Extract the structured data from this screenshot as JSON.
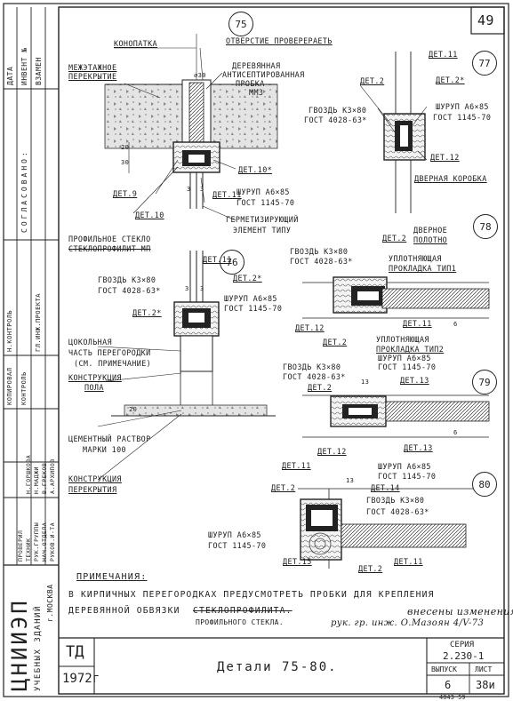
{
  "sheet": {
    "page_number": "49",
    "title": "Детали 75-80.",
    "series_label": "СЕРИЯ",
    "series_value": "2.230-1",
    "issue_label": "ВЫПУСК",
    "issue_value": "6",
    "list_label": "ЛИСТ",
    "list_value": "38и",
    "td": "ТД",
    "year": "1972г",
    "bottom_code": "4043  59"
  },
  "org": {
    "name": "ЦНИИЭП",
    "sub": "УЧЕБНЫХ ЗДАНИЙ",
    "city": "г.МОСКВА"
  },
  "side_stamp": {
    "top_cells": [
      "ДАТА",
      "ИНВЕНТ №",
      "ВЗАМЕН"
    ],
    "agreed": "СОГЛАСОВАНО:",
    "checked": "КОНТРОЛЬ",
    "roles": [
      "РУКОВ.И-ТА",
      "НАЧ.ОТДЕЛА",
      "РУК.ГРУППЫ",
      "ТЕХНИК",
      "ПРОВЕРИЛ"
    ],
    "names": [
      "А.АРХИПОВ",
      "В.ГРЕКОВ",
      "Н.МАДЖИ",
      "Н.ГОРШКОВА"
    ],
    "header_labels": [
      "КОПИРОВАЛ",
      "ГЛ.ИНЖ.ПРОЕКТА",
      "Н.КОНТРОЛЬ"
    ]
  },
  "details": [
    "75",
    "76",
    "77",
    "78",
    "79",
    "80"
  ],
  "labels": {
    "d75": {
      "konopatka": "КОНОПАТКА",
      "otverstie": "ОТВЕРСТИЕ ПРОВЕРЕРАЕТЬ",
      "mezhetazh1": "МЕЖЭТАЖНОЕ",
      "mezhetazh2": "ПЕРЕКРЫТИЕ",
      "probka1": "ДЕРЕВЯННАЯ",
      "probka2": "АНТИСЕПТИРОВАННАЯ",
      "probka3": "ПРОБКА",
      "mmz": "ММЗ",
      "d30": "⌀30",
      "d20": "20",
      "d30b": "30",
      "det9": "ДЕТ.9",
      "det10": "ДЕТ.10",
      "det10s": "ДЕТ.10*",
      "det11": "ДЕТ.11",
      "shurup1": "ШУРУП А6×85",
      "shurup2": "ГОСТ 1145-70",
      "germ1": "ГЕРМЕТИЗИРУЮЩИЙ",
      "germ2": "ЭЛЕМЕНТ ТИПУ",
      "dim3a": "3",
      "dim3b": "3"
    },
    "d76": {
      "steklo1": "ПРОФИЛЬНОЕ СТЕКЛО",
      "steklo2": "СТЕКЛОПРОФИЛИТ МП",
      "gvozd1": "ГВОЗДЬ К3×80",
      "gvozd2": "ГОСТ 4028-63*",
      "det11": "ДЕТ.11",
      "det2s": "ДЕТ.2*",
      "det2": "ДЕТ.2*",
      "shurup1": "ШУРУП А6×85",
      "shurup2": "ГОСТ 1145-70",
      "cokol1": "ЦОКОЛЬНАЯ",
      "cokol2": "ЧАСТЬ ПЕРЕГОРОДКИ",
      "cokol3": "(СМ. ПРИМЕЧАНИЕ)",
      "konstr1": "КОНСТРУКЦИЯ",
      "konstr2": "ПОЛА",
      "cement1": "ЦЕМЕНТНЫЙ РАСТВОР",
      "cement2": "МАРКИ 100",
      "perekr1": "КОНСТРУКЦИЯ",
      "perekr2": "ПЕРЕКРЫТИЯ",
      "dim20": "20",
      "dim3a": "3",
      "dim3b": "3"
    },
    "d77": {
      "det11": "ДЕТ.11",
      "det2": "ДЕТ.2",
      "det2s": "ДЕТ.2*",
      "gvozd1": "ГВОЗДЬ К3×80",
      "gvozd2": "ГОСТ 4028-63*",
      "shurup1": "ШУРУП А6×85",
      "shurup2": "ГОСТ 1145-70",
      "det12": "ДЕТ.12",
      "korobka": "ДВЕРНАЯ КОРОБКА"
    },
    "d78": {
      "polotno1": "ДВЕРНОЕ",
      "polotno2": "ПОЛОТНО",
      "gvozd1": "ГВОЗДЬ К3×80",
      "gvozd2": "ГОСТ 4028-63*",
      "det2a": "ДЕТ.2",
      "upl1": "УПЛОТНЯЮЩАЯ",
      "upl2": "ПРОКЛАДКА ТИП1",
      "det11": "ДЕТ.11",
      "det12": "ДЕТ.12",
      "det2b": "ДЕТ.2",
      "upl3": "УПЛОТНЯЮЩАЯ",
      "upl4": "ПРОКЛАДКА ТИП2",
      "shurup1": "ШУРУП А6×85",
      "shurup2": "ГОСТ 1145-70",
      "dim6": "6"
    },
    "d79": {
      "gvozd1": "ГВОЗДЬ К3×80",
      "gvozd2": "ГОСТ 4028-63*",
      "det2": "ДЕТ.2",
      "det13a": "ДЕТ.13",
      "dim13": "13",
      "det12": "ДЕТ.12",
      "det13b": "ДЕТ.13",
      "dim6": "6",
      "shurup1": "ШУРУП А6×85",
      "shurup2": "ГОСТ 1145-70"
    },
    "d80": {
      "det11a": "ДЕТ.11",
      "det2": "ДЕТ.2",
      "dim13": "13",
      "det14": "ДЕТ.14",
      "gvozd1": "ГВОЗДЬ К3×80",
      "gvozd2": "ГОСТ 4028-63*",
      "shurup1": "ШУРУП А6×85",
      "shurup2": "ГОСТ 1145-70",
      "det15": "ДЕТ.15",
      "det2b": "ДЕТ.2",
      "det11b": "ДЕТ.11"
    }
  },
  "notes": {
    "heading": "ПРИМЕЧАНИЯ:",
    "line1": "В КИРПИЧНЫХ ПЕРЕГОРОДКАХ ПРЕДУСМОТРЕТЬ ПРОБКИ ДЛЯ КРЕПЛЕНИЯ",
    "line2a": "ДЕРЕВЯННОЙ ОБВЯЗКИ",
    "line2b": "СТЕКЛОПРОФИЛИТА.",
    "line3": "ПРОФИЛЬНОГО СТЕКЛА."
  },
  "handwriting": {
    "line1": "внесены изменения",
    "line2": "рук. гр. инж. О.Мазоян 4/V-73"
  }
}
